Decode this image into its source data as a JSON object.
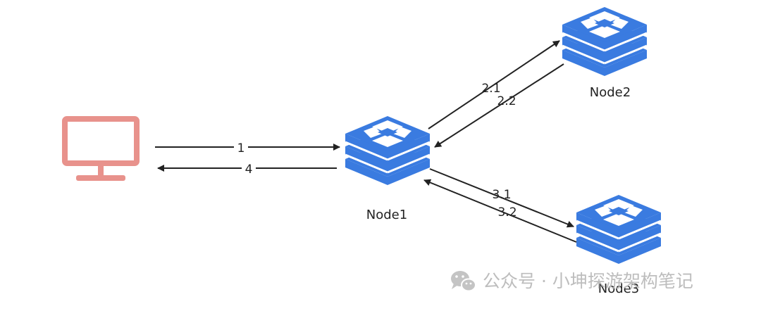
{
  "nodes": {
    "node1": {
      "label": "Node1"
    },
    "node2": {
      "label": "Node2"
    },
    "node3": {
      "label": "Node3"
    }
  },
  "edges": {
    "e1": "1",
    "e4": "4",
    "e21": "2.1",
    "e22": "2.2",
    "e31": "3.1",
    "e32": "3.2"
  },
  "watermark": {
    "text": "公众号 · 小坤探游架构笔记"
  },
  "colors": {
    "server": "#3a7be0",
    "monitor": "#e8928c",
    "arrow": "#222222"
  },
  "icons": {
    "client": "monitor-icon",
    "server": "server-stack-icon",
    "watermark": "wechat-icon"
  }
}
